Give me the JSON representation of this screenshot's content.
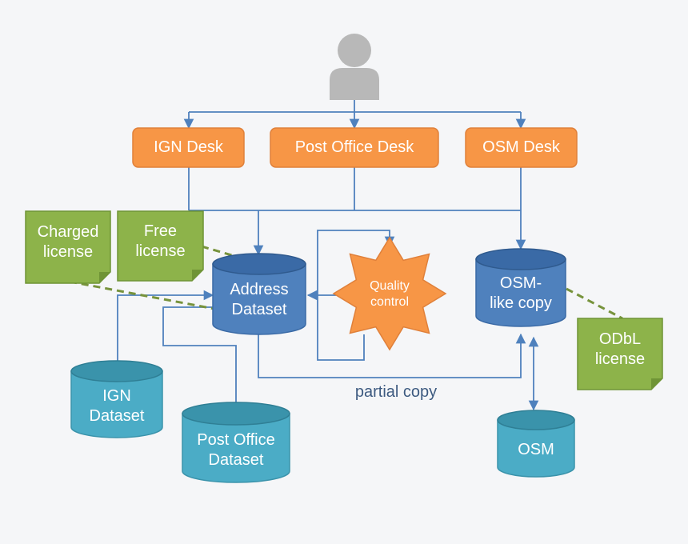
{
  "colors": {
    "background": "#f5f6f8",
    "desk_fill": "#f79646",
    "desk_stroke": "#e0803a",
    "note_fill": "#8db34a",
    "note_stroke": "#6f9436",
    "db_dark_fill": "#4f81bd",
    "db_dark_top": "#3a6aa6",
    "db_light_fill": "#4bacc6",
    "db_light_top": "#3a93ab",
    "quality_fill": "#f79646",
    "connector": "#4f81bd",
    "dashed_link": "#77933c",
    "person": "#b8b8b8"
  },
  "user": {
    "icon": "person-icon"
  },
  "desks": {
    "ign": "IGN Desk",
    "post_office": "Post Office Desk",
    "osm": "OSM Desk"
  },
  "licenses": {
    "charged": "Charged\nlicense",
    "free": "Free\nlicense",
    "odbl": "ODbL\nlicense"
  },
  "databases": {
    "address": "Address\nDataset",
    "osm_like": "OSM-\nlike copy",
    "ign": "IGN\nDataset",
    "post_office": "Post Office\nDataset",
    "osm": "OSM"
  },
  "quality_control": "Quality\ncontrol",
  "edges": {
    "partial_copy": "partial copy"
  }
}
